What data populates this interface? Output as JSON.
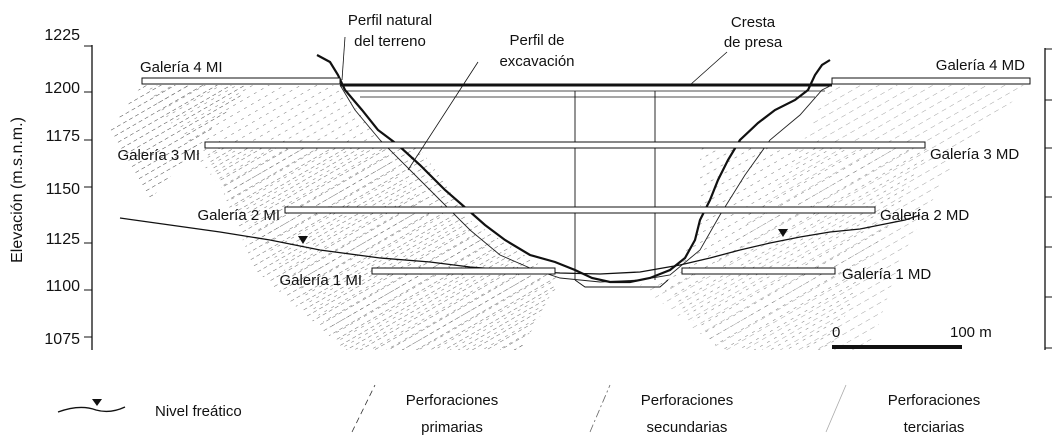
{
  "axis": {
    "title": "Elevación (m.s.n.m.)",
    "ticks": [
      "1225",
      "1200",
      "1175",
      "1150",
      "1125",
      "1100",
      "1075"
    ]
  },
  "labels": {
    "perfil_natural_1": "Perfil natural",
    "perfil_natural_2": "del terreno",
    "perfil_excavacion_1": "Perfil de",
    "perfil_excavacion_2": "excavación",
    "cresta_1": "Cresta",
    "cresta_2": "de presa"
  },
  "galleries": {
    "g4_left": "Galería 4 MI",
    "g4_right": "Galería 4 MD",
    "g3_left": "Galería 3 MI",
    "g3_right": "Galería 3 MD",
    "g2_left": "Galería 2 MI",
    "g2_right": "Galería 2 MD",
    "g1_left": "Galería 1 MI",
    "g1_right": "Galería 1 MD"
  },
  "scale": {
    "start": "0",
    "end": "100  m"
  },
  "legend": {
    "nivel": "Nivel freático",
    "primarias_1": "Perforaciones",
    "primarias_2": "primarias",
    "secundarias_1": "Perforaciones",
    "secundarias_2": "secundarias",
    "terciarias_1": "Perforaciones",
    "terciarias_2": "terciarias"
  },
  "colors": {
    "line": "#111111",
    "hatch_primary": "#444444",
    "hatch_secondary": "#666666",
    "hatch_tertiary": "#999999"
  }
}
